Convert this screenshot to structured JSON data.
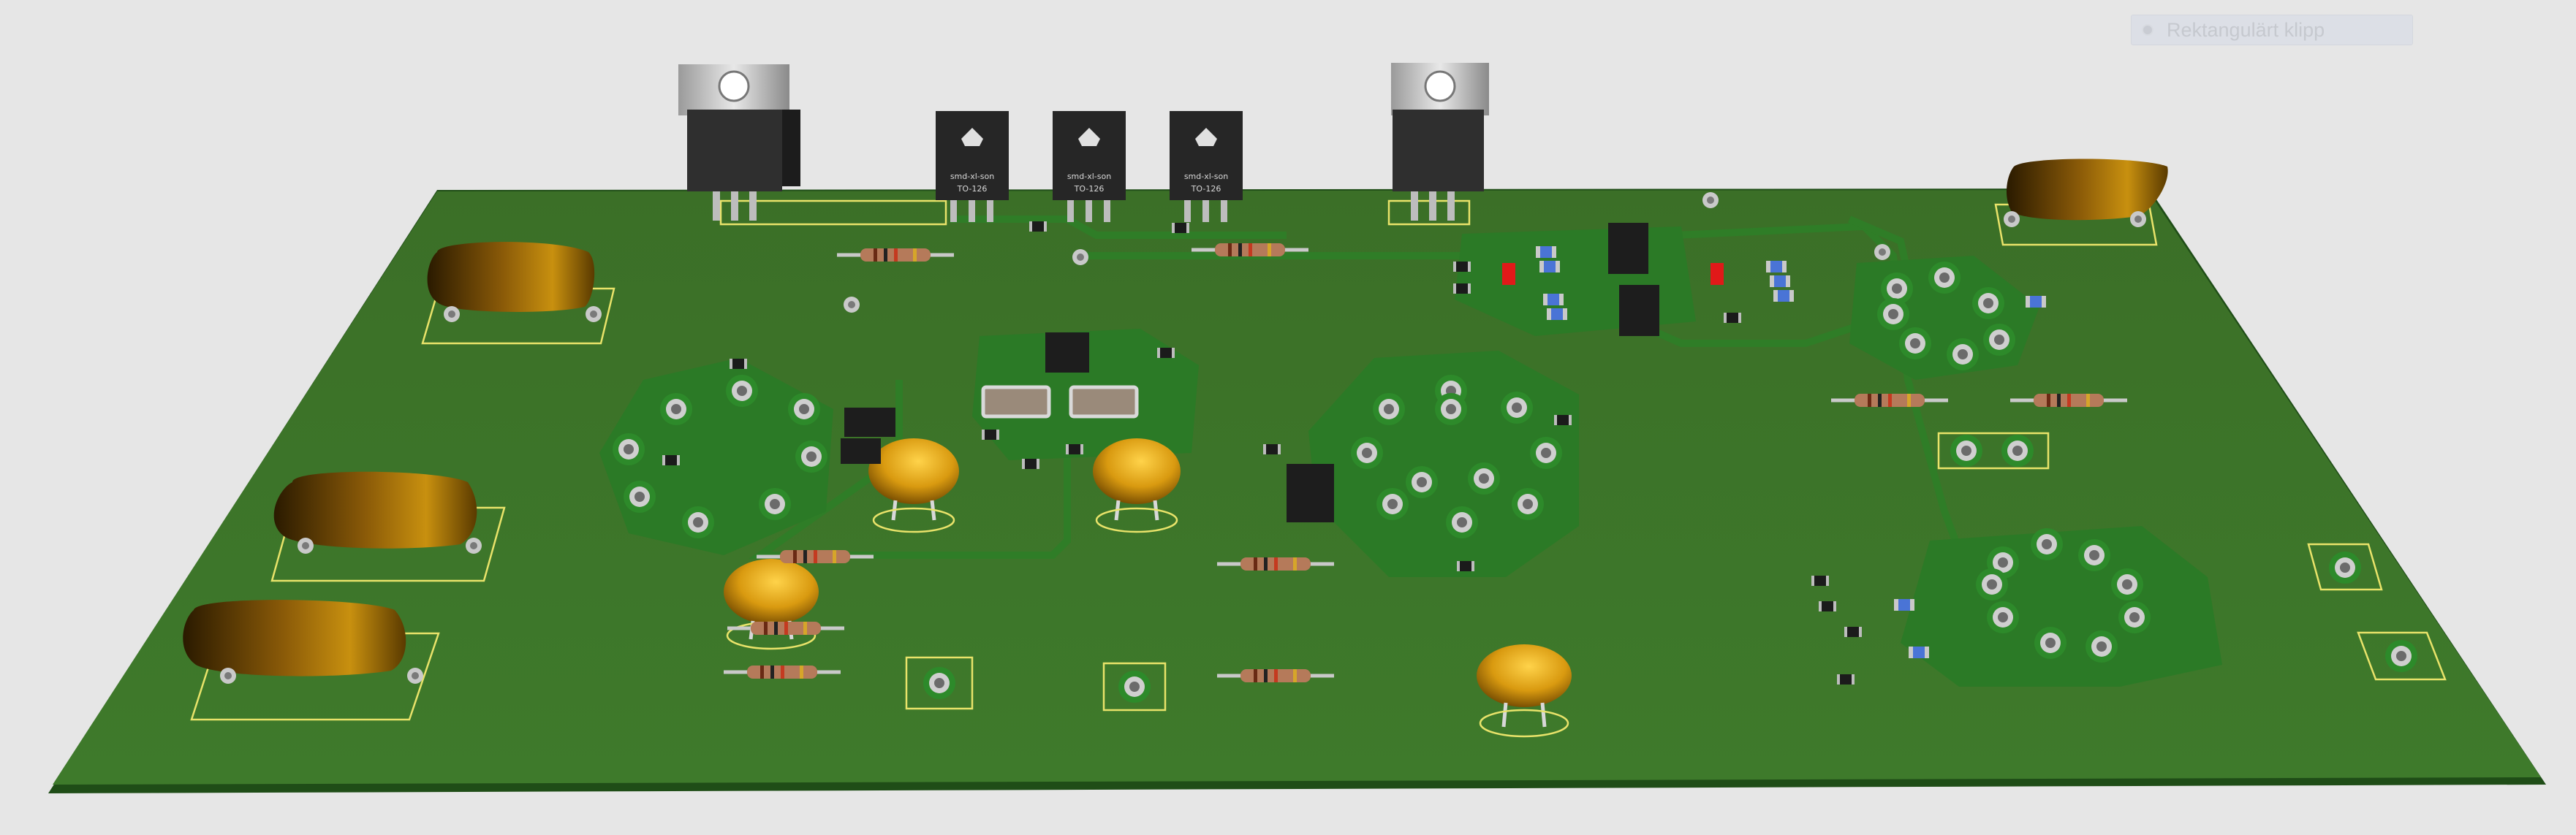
{
  "snip_button": {
    "label": "Rektangulärt klipp"
  },
  "regulators": [
    {
      "line1": "smd-xl-son",
      "line2": "TO-126"
    },
    {
      "line1": "smd-xl-son",
      "line2": "TO-126"
    },
    {
      "line1": "smd-xl-son",
      "line2": "TO-126"
    }
  ],
  "colors": {
    "background": "#e6e6e6",
    "board": "#3f7a2c",
    "board_edge": "#1f4d17",
    "copper_trace": "#2b6f23",
    "silkscreen": "#e9e36a",
    "pad": "#c9c9c9"
  }
}
